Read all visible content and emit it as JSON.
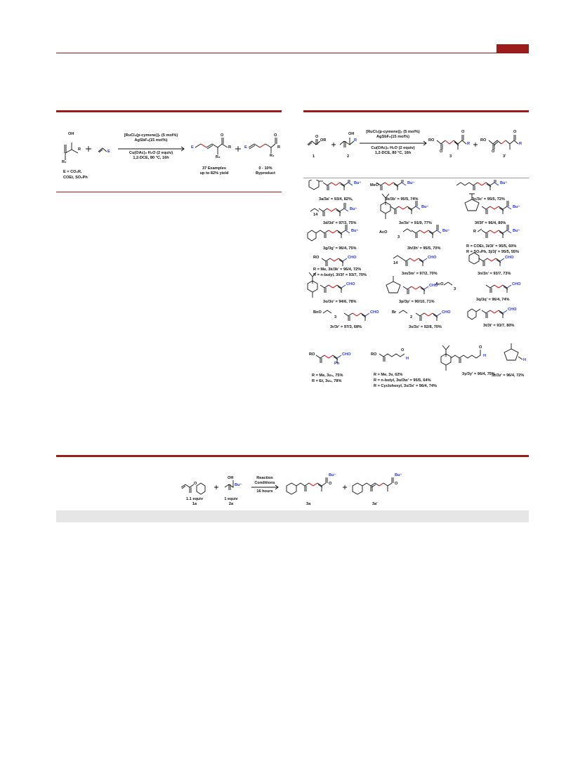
{
  "left_scheme": {
    "reagents": {
      "catalyst": "[RuCl₂(p-cymene)]₂ (5 mol%)",
      "additive": "AgSbF₆(15 mol%)",
      "oxidant": "Cu(OAc)₂ H₂O (2 equiv)",
      "conditions": "1,2-DCE, 80 °C, 16h"
    },
    "substrate_labels": {
      "oh": "OH",
      "r": "R",
      "r2": "R₂"
    },
    "e_def_line1": "E = CO₂R,",
    "e_def_line2": "COEt, SO₂Ph",
    "product_examples": "37 Examples",
    "product_yield": "up to 82% yield",
    "byproduct_range": "0 - 10%",
    "byproduct_label": "Byproduct",
    "atom_labels": {
      "e": "E",
      "o": "O",
      "r": "R",
      "r2": "R₂"
    }
  },
  "right_scheme": {
    "reagents": {
      "catalyst": "[RuCl₂(p-cymene)]₂ (5 mol%)",
      "additive": "AgSbF₆(15 mol%)",
      "oxidant": "Cu(OAc)₂ H₂O (2 equiv)",
      "conditions": "1,2-DCE, 80 °C, 16h"
    },
    "compound_numbers": {
      "c1": "1",
      "c2": "2",
      "c3": "3",
      "c3p": "3'"
    },
    "atom_labels": {
      "ro": "RO",
      "oh": "OH",
      "r": "R",
      "o": "O",
      "or": "OR"
    }
  },
  "scope_entries": [
    {
      "id": "3a",
      "text": "3a/3a' = 93/4, 82%,"
    },
    {
      "id": "3b",
      "text": "3b/3b' = 95/5, 74%"
    },
    {
      "id": "3c",
      "text": "3c/3c' = 95/5, 72%"
    },
    {
      "id": "3d",
      "text": "3d/3d' = 97/3, 75%"
    },
    {
      "id": "3e",
      "text": "3e/3e' = 91/9, 77%"
    },
    {
      "id": "3f",
      "text": "3f/3f' = 96/4, 80%"
    },
    {
      "id": "3g",
      "text": "3g/3g' = 96/4, 75%"
    },
    {
      "id": "3h",
      "text": "3h/3h' = 95/5, 70%"
    },
    {
      "id": "3ij_1",
      "text": "R = COEt, 3i/3i' = 95/5, 60%"
    },
    {
      "id": "3ij_2",
      "text": "R = SO₂Ph, 3j/3j' = 95/5, 55%"
    },
    {
      "id": "3kl_1",
      "text": "R = Me, 3k/3k' = 96/4, 72%"
    },
    {
      "id": "3kl_2",
      "text": "R = n-butyl, 3l/3l' = 93/7, 70%"
    },
    {
      "id": "3m",
      "text": "3m/3m' = 97/2, 70%"
    },
    {
      "id": "3n",
      "text": "3n/3n' = 93/7, 73%"
    },
    {
      "id": "3o",
      "text": "3o/3o' = 94/6, 78%"
    },
    {
      "id": "3p",
      "text": "3p/3p' = 90/10, 71%"
    },
    {
      "id": "3q",
      "text": "3q/3q' = 96/4, 74%"
    },
    {
      "id": "3r",
      "text": "3r/3r' = 97/3, 68%"
    },
    {
      "id": "3s",
      "text": "3s/3s' = 92/8, 70%"
    },
    {
      "id": "3t",
      "text": "3t/3t' = 93/7, 80%"
    },
    {
      "id": "3u_1",
      "text": "R = Me, 3u₁, 75%"
    },
    {
      "id": "3u_2",
      "text": "R = Et, 3u₂, 78%"
    },
    {
      "id": "3vwx_1",
      "text": "R = Me, 3v, 62%"
    },
    {
      "id": "3vwx_2",
      "text": "R = n-butyl, 3w/3w' = 95/5, 64%"
    },
    {
      "id": "3vwx_3",
      "text": "R = Cyclohexyl, 3x/3x' = 96/4, 74%"
    },
    {
      "id": "3y",
      "text": "3y/3y' = 96/4, 75%"
    },
    {
      "id": "3z",
      "text": "3z/3z' = 96/4, 72%"
    }
  ],
  "structure_labels": {
    "bun": "Buⁿ",
    "cho": "CHO",
    "meo": "MeO",
    "aco": "AcO",
    "bno": "BnO",
    "br": "Br",
    "ro": "RO",
    "r": "R",
    "ph": "Ph",
    "h": "H",
    "o": "O",
    "n14": "14",
    "n3": "3",
    "n2": "2"
  },
  "bottom_scheme": {
    "arrow_top1": "Reaction",
    "arrow_top2": "Conditions",
    "arrow_bottom": "16 hours",
    "reactant1_equiv": "1.1 equiv",
    "reactant1_id": "1a",
    "reactant2_equiv": "1 equiv",
    "reactant2_id": "2a",
    "product_id": "3a",
    "byproduct_id": "3a'",
    "oh": "OH",
    "bun": "Buⁿ",
    "o": "O",
    "plus": "+"
  },
  "colors": {
    "accent": "#9c1c1c",
    "blue": "#2433d8",
    "red": "#d22222",
    "table_header": "#e6e6e6"
  }
}
